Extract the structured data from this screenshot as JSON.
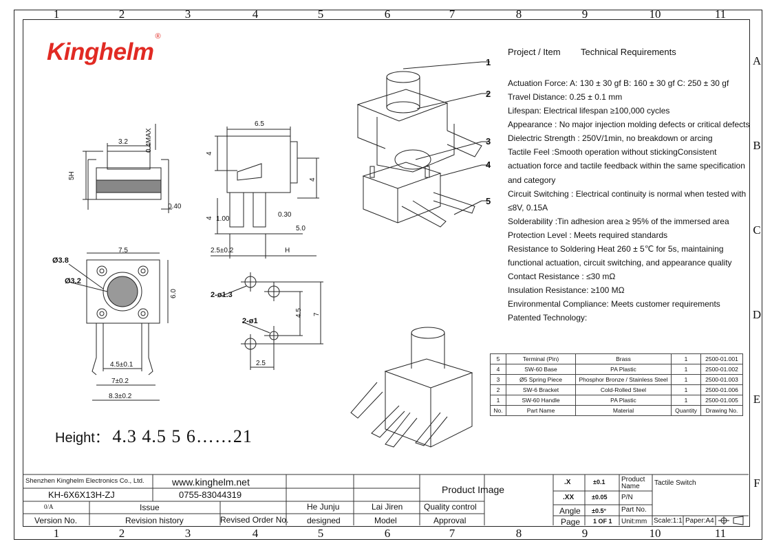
{
  "grid": {
    "top_cols": [
      "1",
      "2",
      "3",
      "4",
      "5",
      "6",
      "7",
      "8",
      "9",
      "10",
      "11"
    ],
    "bottom_cols": [
      "1",
      "2",
      "3",
      "4",
      "5",
      "6",
      "7",
      "8",
      "9",
      "10",
      "11"
    ],
    "right_rows": [
      "A",
      "B",
      "C",
      "D",
      "E",
      "F"
    ]
  },
  "brand": {
    "logo_text": "Kinghelm",
    "reg": "®",
    "color": "#e12a23"
  },
  "requirements": {
    "title_left": "Project / Item",
    "title_right": "Technical Requirements",
    "lines": [
      "Actuation Force: A: 130 ± 30 gf B: 160 ± 30 gf C: 250 ± 30 gf",
      "Travel Distance: 0.25 ± 0.1 mm",
      "Lifespan:  Electrical lifespan ≥100,000 cycles",
      "Appearance : No major injection molding defects or critical defects",
      "Dielectric Strength :  250V/1min, no breakdown or arcing",
      "Tactile Feel :Smooth operation without stickingConsistent",
      "actuation force and tactile feedback within the same specification",
      "and category",
      "Circuit Switching : Electrical continuity is normal when tested with",
      "≤8V, 0.15A",
      "Solderability :Tin adhesion area ≥ 95% of the immersed area",
      "Protection Level : Meets required standards",
      "Resistance to Soldering Heat  260 ± 5℃ for 5s, maintaining",
      "functional actuation, circuit switching, and appearance quality",
      "Contact Resistance : ≤30 mΩ",
      "Insulation Resistance:  ≥100 MΩ",
      "Environmental Compliance:  Meets customer requirements",
      "Patented Technology:"
    ]
  },
  "callouts": [
    "1",
    "2",
    "3",
    "4",
    "5"
  ],
  "dimensions": {
    "d32": "3.2",
    "d04max": "0.4MAX",
    "d5h": "5H",
    "d040": "0.40",
    "d65": "6.5",
    "d4a": "4",
    "d4b": "4",
    "d4c": "4",
    "d100": "1.00",
    "d030": "0.30",
    "d50": "5.0",
    "d25p": "2.5±0.2",
    "dH": "H",
    "d75": "7.5",
    "d38": "Ø3.8",
    "d32b": "Ø3.2",
    "d60": "6.0",
    "d45p": "4.5±0.1",
    "d7p": "7±0.2",
    "d83p": "8.3±0.2",
    "d2phi13": "2-ø1.3",
    "d2phi1": "2-ø1",
    "d45": "4.5",
    "d7": "7",
    "d25": "2.5"
  },
  "height": {
    "label": "Height：",
    "values": "4.3  4.5  5  6……21"
  },
  "bom": {
    "rows": [
      [
        "5",
        "Terminal (Pin)",
        "Brass",
        "1",
        "2500-01.001"
      ],
      [
        "4",
        "SW-60 Base",
        "PA Plastic",
        "1",
        "2500-01.002"
      ],
      [
        "3",
        "Ø5 Spring Piece",
        "Phosphor Bronze / Stainless Steel",
        "1",
        "2500-01.003"
      ],
      [
        "2",
        "SW-6 Bracket",
        "Cold-Rolled Steel",
        "1",
        "2500-01.006"
      ],
      [
        "1",
        "SW-60 Handle",
        "PA Plastic",
        "1",
        "2500-01.005"
      ]
    ],
    "header": [
      "No.",
      "Part Name",
      "Material",
      "Quantity",
      "Drawing No."
    ]
  },
  "title_block": {
    "company": "Shenzhen Kinghelm Electronics Co., Ltd.",
    "website": "www.kinghelm.net",
    "part_code": "KH-6X6X13H-ZJ",
    "phone": "0755-83044319",
    "ver": "0/A",
    "issue": "Issue",
    "person1": "He Junju",
    "person2": "Lai Jiren",
    "quality": "Quality control",
    "version_no": "Version No.",
    "revision_history": "Revision history",
    "revised_order": "Revised Order No.",
    "designed": "designed",
    "model": "Model",
    "approval": "Approval",
    "product_image": "Product Image",
    "tol1": ".X",
    "tol1v": "±0.1",
    "tol2": ".XX",
    "tol2v": "±0.05",
    "angle": "Angle",
    "anglev": "±0.5°",
    "page": "Page",
    "pagev": "1 OF 1",
    "product_name": "Product Name",
    "product_name_val": "Tactile Switch",
    "pn": "P/N",
    "part_no": "Part No.",
    "unit": "Unit:mm",
    "scale": "Scale:1:1",
    "paper": "Paper:A4"
  }
}
